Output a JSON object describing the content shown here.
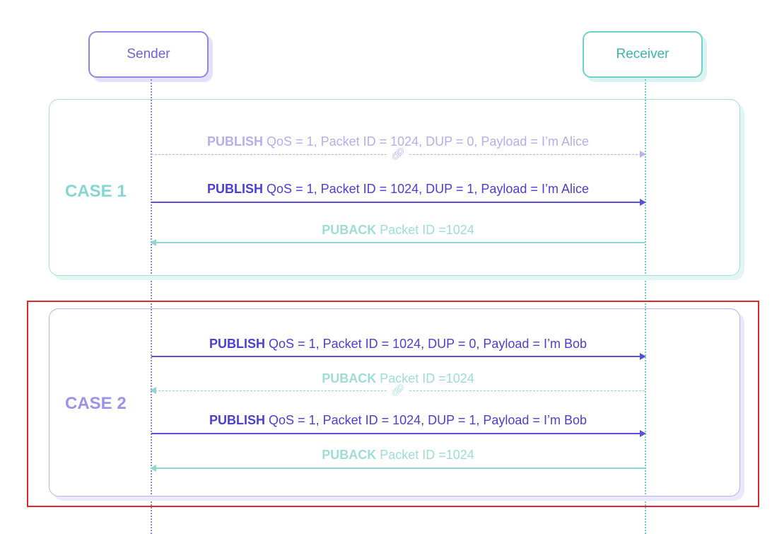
{
  "actors": {
    "sender": "Sender",
    "receiver": "Receiver"
  },
  "case1": {
    "label": "CASE 1",
    "messages": [
      {
        "type": "PUBLISH",
        "detail": "QoS = 1, Packet ID = 1024, DUP = 0, Payload = I’m Alice",
        "direction": "right",
        "lost": true
      },
      {
        "type": "PUBLISH",
        "detail": "QoS = 1, Packet ID = 1024, DUP = 1, Payload = I’m Alice",
        "direction": "right",
        "lost": false
      },
      {
        "type": "PUBACK",
        "detail": "Packet ID =1024",
        "direction": "left",
        "lost": false
      }
    ]
  },
  "case2": {
    "label": "CASE 2",
    "messages": [
      {
        "type": "PUBLISH",
        "detail": "QoS = 1, Packet ID = 1024, DUP = 0, Payload = I’m Bob",
        "direction": "right",
        "lost": false
      },
      {
        "type": "PUBACK",
        "detail": "Packet ID =1024",
        "direction": "left",
        "lost": true
      },
      {
        "type": "PUBLISH",
        "detail": "QoS = 1, Packet ID = 1024, DUP = 1, Payload = I’m Bob",
        "direction": "right",
        "lost": false
      },
      {
        "type": "PUBACK",
        "detail": "Packet ID =1024",
        "direction": "left",
        "lost": false
      }
    ]
  },
  "icons": {
    "lost": "broken-link-icon"
  },
  "colors": {
    "sender": "#6d63d8",
    "receiver": "#3cb5b0",
    "highlight": "#e0282c"
  }
}
